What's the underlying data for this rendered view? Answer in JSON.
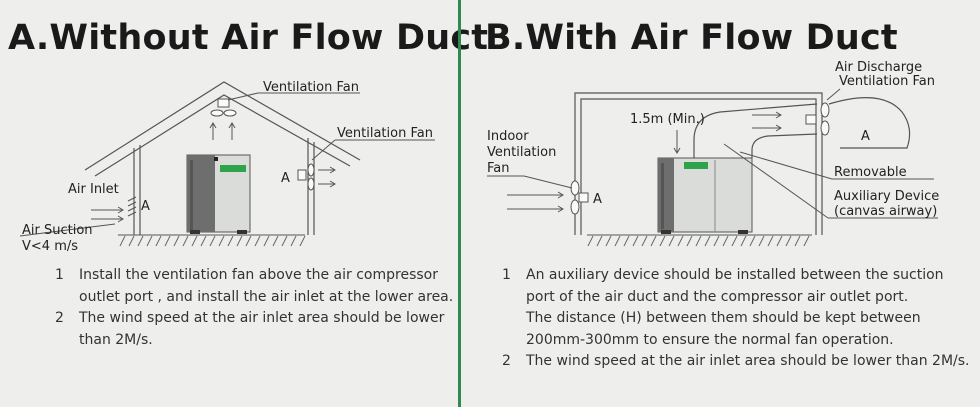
{
  "panel_a": {
    "title": "A.Without Air Flow Duct",
    "labels": {
      "ventilation_fan_top": "Ventilation Fan",
      "ventilation_fan_side": "Ventilation Fan",
      "air_inlet": "Air Inlet",
      "air_suction": "Air Suction",
      "air_speed": "V<4  m/s",
      "marker_a_side": "A",
      "marker_a_inlet": "A"
    },
    "notes": [
      {
        "num": "1",
        "lines": [
          "Install the ventilation fan above the air compressor",
          "outlet port , and install the air inlet at the lower area."
        ]
      },
      {
        "num": "2",
        "lines": [
          "The wind speed at the air inlet area should be lower",
          "than 2M/s."
        ]
      }
    ]
  },
  "panel_b": {
    "title": "B.With Air Flow Duct",
    "labels": {
      "air_discharge": "Air Discharge",
      "air_discharge_fan": "Ventilation Fan",
      "min_distance": "1.5m (Min.)",
      "indoor": "Indoor",
      "indoor_ventilation": "Ventilation",
      "indoor_fan": "Fan",
      "marker_a_duct": "A",
      "marker_a_indoor": "A",
      "removable": "Removable",
      "auxiliary_device": "Auxiliary Device",
      "canvas_airway": "(canvas airway)"
    },
    "notes": [
      {
        "num": "1",
        "lines": [
          "An auxiliary device should be installed between the suction",
          "port of the air duct and the compressor air outlet port.",
          "The distance (H) between them should be kept between",
          "200mm-300mm to ensure the normal fan operation."
        ]
      },
      {
        "num": "2",
        "lines": [
          "The wind speed at the air inlet area should be lower than 2M/s."
        ]
      }
    ]
  },
  "colors": {
    "divider": "#2e8b4e",
    "background": "#eeeeec",
    "compressor_body": "#6e6e6e",
    "compressor_panel": "#d9dcd9",
    "brand_badge": "#2fa34a"
  }
}
